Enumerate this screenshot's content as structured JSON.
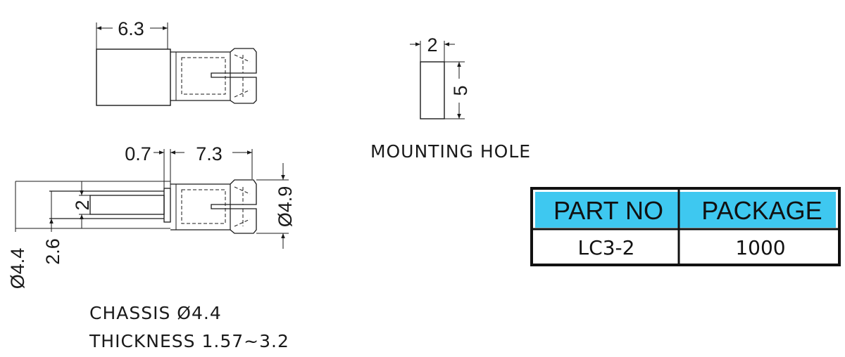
{
  "dimensions": {
    "top_view_length": "6.3",
    "mounting_hole_width": "2",
    "mounting_hole_height": "5",
    "flange_thickness": "0.7",
    "body_length": "7.3",
    "slot_width": "2",
    "diameter_inner": "2.6",
    "diameter_chassis": "Ø4.4",
    "diameter_head": "Ø4.9"
  },
  "labels": {
    "mounting_hole": "MOUNTING HOLE",
    "chassis_note": "CHASSIS Ø4.4",
    "thickness_note": "THICKNESS 1.57~3.2"
  },
  "table": {
    "headers": [
      "PART NO",
      "PACKAGE"
    ],
    "rows": [
      [
        "LC3-2",
        "1000"
      ]
    ]
  },
  "colors": {
    "table_header_bg": "#3EC8F0",
    "line": "#1a1a1a"
  }
}
